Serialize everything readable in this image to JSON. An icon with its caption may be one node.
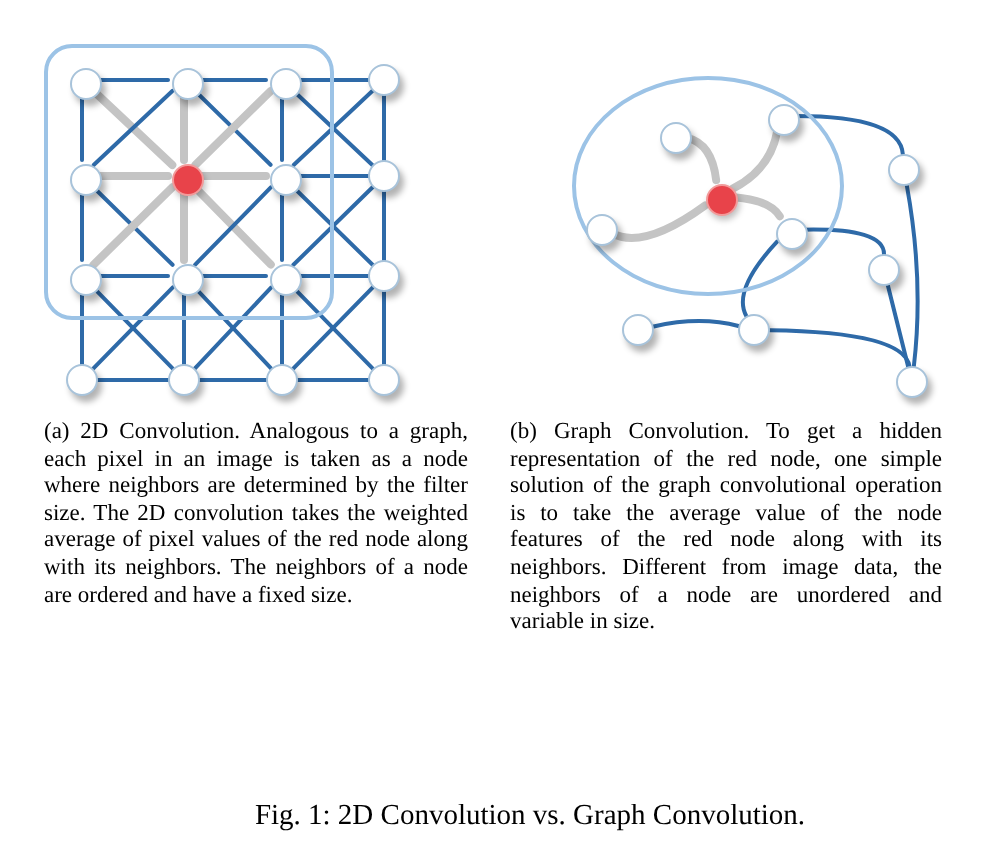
{
  "diagram": {
    "caption": "Fig. 1: 2D Convolution vs. Graph Convolution.",
    "nodes": [
      {
        "text": [],
        "shape": "box"
      },
      {
        "text": [],
        "shape": "circle",
        "in": 0
      },
      {
        "text": [],
        "shape": "circle",
        "in": 0
      },
      {
        "text": [],
        "shape": "circle",
        "in": 0
      },
      {
        "text": [],
        "shape": "circle"
      },
      {
        "text": [],
        "shape": "circle",
        "in": 0
      },
      {
        "text": [],
        "shape": "circle",
        "in": 0
      },
      {
        "text": [],
        "shape": "circle",
        "in": 0
      },
      {
        "text": [],
        "shape": "circle"
      },
      {
        "text": [],
        "shape": "circle",
        "in": 0
      },
      {
        "text": [],
        "shape": "circle",
        "in": 0
      },
      {
        "text": [],
        "shape": "circle",
        "in": 0
      },
      {
        "text": [],
        "shape": "circle"
      },
      {
        "text": [],
        "shape": "circle"
      },
      {
        "text": [],
        "shape": "circle"
      },
      {
        "text": [],
        "shape": "circle"
      },
      {
        "text": [],
        "shape": "circle"
      },
      {
        "text": [],
        "shape": "ellipse"
      },
      {
        "text": [],
        "shape": "circle",
        "in": 17
      },
      {
        "text": [],
        "shape": "circle",
        "in": 17
      },
      {
        "text": [],
        "shape": "circle"
      },
      {
        "text": [],
        "shape": "circle",
        "in": 17
      },
      {
        "text": [],
        "shape": "circle",
        "in": 17
      },
      {
        "text": [],
        "shape": "circle",
        "in": 17
      },
      {
        "text": [],
        "shape": "circle"
      },
      {
        "text": [],
        "shape": "circle"
      },
      {
        "text": [],
        "shape": "circle"
      },
      {
        "text": [],
        "shape": "circle"
      }
    ],
    "edges": [
      {
        "from": 1,
        "to": 2,
        "arrow": "none"
      },
      {
        "from": 2,
        "to": 3,
        "arrow": "none"
      },
      {
        "from": 3,
        "to": 4,
        "arrow": "none"
      },
      {
        "from": 5,
        "to": 6,
        "arrow": "none",
        "style": "thick",
        "color": "#c4c4c4"
      },
      {
        "from": 6,
        "to": 7,
        "arrow": "none",
        "style": "thick",
        "color": "#c4c4c4"
      },
      {
        "from": 7,
        "to": 8,
        "arrow": "none"
      },
      {
        "from": 9,
        "to": 10,
        "arrow": "none"
      },
      {
        "from": 10,
        "to": 11,
        "arrow": "none"
      },
      {
        "from": 11,
        "to": 12,
        "arrow": "none"
      },
      {
        "from": 13,
        "to": 14,
        "arrow": "none"
      },
      {
        "from": 14,
        "to": 15,
        "arrow": "none"
      },
      {
        "from": 15,
        "to": 16,
        "arrow": "none"
      },
      {
        "from": 1,
        "to": 5,
        "arrow": "none"
      },
      {
        "from": 5,
        "to": 9,
        "arrow": "none"
      },
      {
        "from": 9,
        "to": 13,
        "arrow": "none"
      },
      {
        "from": 2,
        "to": 6,
        "arrow": "none",
        "style": "thick",
        "color": "#c4c4c4"
      },
      {
        "from": 6,
        "to": 10,
        "arrow": "none",
        "style": "thick",
        "color": "#c4c4c4"
      },
      {
        "from": 10,
        "to": 14,
        "arrow": "none"
      },
      {
        "from": 3,
        "to": 7,
        "arrow": "none"
      },
      {
        "from": 7,
        "to": 11,
        "arrow": "none"
      },
      {
        "from": 11,
        "to": 15,
        "arrow": "none"
      },
      {
        "from": 4,
        "to": 8,
        "arrow": "none"
      },
      {
        "from": 8,
        "to": 12,
        "arrow": "none"
      },
      {
        "from": 12,
        "to": 16,
        "arrow": "none"
      },
      {
        "from": 1,
        "to": 6,
        "arrow": "none",
        "style": "thick",
        "color": "#c4c4c4"
      },
      {
        "from": 2,
        "to": 5,
        "arrow": "none"
      },
      {
        "from": 2,
        "to": 7,
        "arrow": "none"
      },
      {
        "from": 3,
        "to": 6,
        "arrow": "none",
        "style": "thick",
        "color": "#c4c4c4"
      },
      {
        "from": 3,
        "to": 8,
        "arrow": "none"
      },
      {
        "from": 4,
        "to": 7,
        "arrow": "none"
      },
      {
        "from": 5,
        "to": 10,
        "arrow": "none"
      },
      {
        "from": 6,
        "to": 9,
        "arrow": "none",
        "style": "thick",
        "color": "#c4c4c4"
      },
      {
        "from": 6,
        "to": 11,
        "arrow": "none",
        "style": "thick",
        "color": "#c4c4c4"
      },
      {
        "from": 7,
        "to": 10,
        "arrow": "none"
      },
      {
        "from": 7,
        "to": 12,
        "arrow": "none"
      },
      {
        "from": 8,
        "to": 11,
        "arrow": "none"
      },
      {
        "from": 9,
        "to": 14,
        "arrow": "none"
      },
      {
        "from": 10,
        "to": 13,
        "arrow": "none"
      },
      {
        "from": 10,
        "to": 15,
        "arrow": "none"
      },
      {
        "from": 11,
        "to": 14,
        "arrow": "none"
      },
      {
        "from": 11,
        "to": 16,
        "arrow": "none"
      },
      {
        "from": 12,
        "to": 15,
        "arrow": "none"
      },
      {
        "from": 21,
        "to": 19,
        "arrow": "none",
        "style": "thick",
        "color": "#c4c4c4"
      },
      {
        "from": 21,
        "to": 18,
        "arrow": "none",
        "style": "thick",
        "color": "#c4c4c4"
      },
      {
        "from": 21,
        "to": 22,
        "arrow": "none",
        "style": "thick",
        "color": "#c4c4c4"
      },
      {
        "from": 21,
        "to": 23,
        "arrow": "none",
        "style": "thick",
        "color": "#c4c4c4"
      },
      {
        "from": 18,
        "to": 20,
        "arrow": "none"
      },
      {
        "from": 20,
        "to": 27,
        "arrow": "none"
      },
      {
        "from": 23,
        "to": 24,
        "arrow": "none"
      },
      {
        "from": 24,
        "to": 27,
        "arrow": "none"
      },
      {
        "from": 23,
        "to": 26,
        "arrow": "none"
      },
      {
        "from": 25,
        "to": 26,
        "arrow": "none"
      },
      {
        "from": 26,
        "to": 27,
        "arrow": "none"
      }
    ],
    "labels": [
      "(a) 2D Convolution. Analogous to a graph, each pixel in an image is taken as a node where neighbors are determined by the filter size. The 2D convolution takes the weighted average of pixel values of the red node along with its neighbors. The neighbors of a node are ordered and have a fixed size.",
      "(b) Graph Convolution. To get a hidden representation of the red node, one simple solution of the graph convolutional operation is to take the average value of the node features of the red node along with its neighbors. Different from image data, the neighbors of a node are unordered and variable in size."
    ]
  }
}
